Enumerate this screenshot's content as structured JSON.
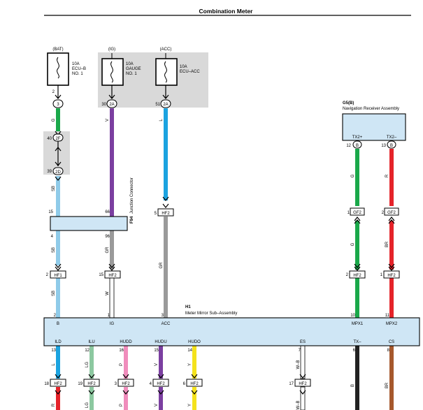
{
  "title": "Combination Meter",
  "power": {
    "bat": {
      "source": "(BAT)",
      "amp": "10A",
      "name": "ECU–B",
      "name2": "NO. 1",
      "pin": "2",
      "conn": "3"
    },
    "ig": {
      "source": "(IG)",
      "amp": "10A",
      "name": "GAUGE",
      "name2": "NO. 1",
      "pin": "30",
      "conn": "2A"
    },
    "acc": {
      "source": "(ACC)",
      "amp": "10A",
      "name": "ECU–ACC",
      "pin": "51",
      "conn": "2A"
    }
  },
  "junction": {
    "top_pin": "40",
    "top_conn": "2F",
    "bottom_pin": "39",
    "bottom_conn": "2D",
    "name": "F94",
    "desc": "Junction Connector",
    "pin_in_left": "15",
    "pin_out_left": "4",
    "pin_in_ig": "66",
    "pin_out_ig": "96"
  },
  "nav": {
    "code": "G5(B)",
    "name": "Navigation Receiver Assembly",
    "tx_pos": "TX2+",
    "tx_neg": "TX2–",
    "pin_pos": "12",
    "pin_neg": "13",
    "conn": "B"
  },
  "meter": {
    "code": "H1",
    "name": "Meter Mirror Sub–Assembly",
    "pins_top": [
      {
        "pin": "2",
        "label": "B"
      },
      {
        "pin": "1",
        "label": "IG"
      },
      {
        "pin": "3",
        "label": "ACC"
      },
      {
        "pin": "10",
        "label": "MPX1"
      },
      {
        "pin": "11",
        "label": "MPX2"
      }
    ],
    "pins_bottom": [
      {
        "pin": "13",
        "label": "ILD"
      },
      {
        "pin": "12",
        "label": "ILU"
      },
      {
        "pin": "16",
        "label": "HUDD"
      },
      {
        "pin": "15",
        "label": "HUDU"
      },
      {
        "pin": "14",
        "label": "HUDO"
      },
      {
        "pin": "7",
        "label": "ES"
      },
      {
        "pin": "6",
        "label": "TX–"
      },
      {
        "pin": "8",
        "label": "CS"
      }
    ]
  },
  "connectors": {
    "acc_hf2": {
      "pin": "5",
      "conn": "HF2"
    },
    "gf2_pos": {
      "pin": "1",
      "conn": "GF2"
    },
    "gf2_neg": {
      "pin": "2",
      "conn": "GF2"
    },
    "bat_hf1": {
      "pin": "2",
      "conn": "HF1"
    },
    "ig_hf2": {
      "pin": "15",
      "conn": "HF2"
    },
    "mpx_pos_hf2": {
      "pin": "2",
      "conn": "HF2"
    },
    "mpx_neg_hf2": {
      "pin": "1",
      "conn": "HF2"
    },
    "bottom": [
      {
        "pin": "18",
        "conn": "HF2"
      },
      {
        "pin": "19",
        "conn": "HF2"
      },
      {
        "pin": "3",
        "conn": "HF2"
      },
      {
        "pin": "4",
        "conn": "HF2"
      },
      {
        "pin": "6",
        "conn": "HF2"
      },
      {
        "pin": "17",
        "conn": "HF2"
      }
    ]
  },
  "wire_colors": {
    "g_top": "G",
    "v": "V",
    "l": "L",
    "sb1": "SB",
    "sb2": "SB",
    "sb3": "SB",
    "gr": "GR",
    "w": "W",
    "gr2": "GR",
    "g_nav1": "G",
    "g_nav2": "G",
    "r_nav1": "R",
    "r_nav2": "BR",
    "b_l": "L",
    "b_lg": "LG",
    "b_p": "P",
    "b_v": "V",
    "b_y": "Y",
    "b_wb": "W–B",
    "b_b": "B",
    "b_br": "BR",
    "c_r": "R",
    "c_lg": "LG",
    "c_p": "P",
    "c_v": "V",
    "c_y": "Y",
    "c_wb": "W–B"
  },
  "colors": {
    "green": "#1aa84a",
    "violet": "#7b3fa0",
    "lightblue": "#8fcbe9",
    "blue": "#1ba3e0",
    "gray": "#9a9a9a",
    "red": "#e5232a",
    "lightgreen": "#8cc8a0",
    "pink": "#f08cbc",
    "yellow": "#f4e21c",
    "brown": "#a6582c",
    "black": "#222222",
    "boxfill": "#cfe6f5",
    "shade": "#d9d9d9"
  }
}
